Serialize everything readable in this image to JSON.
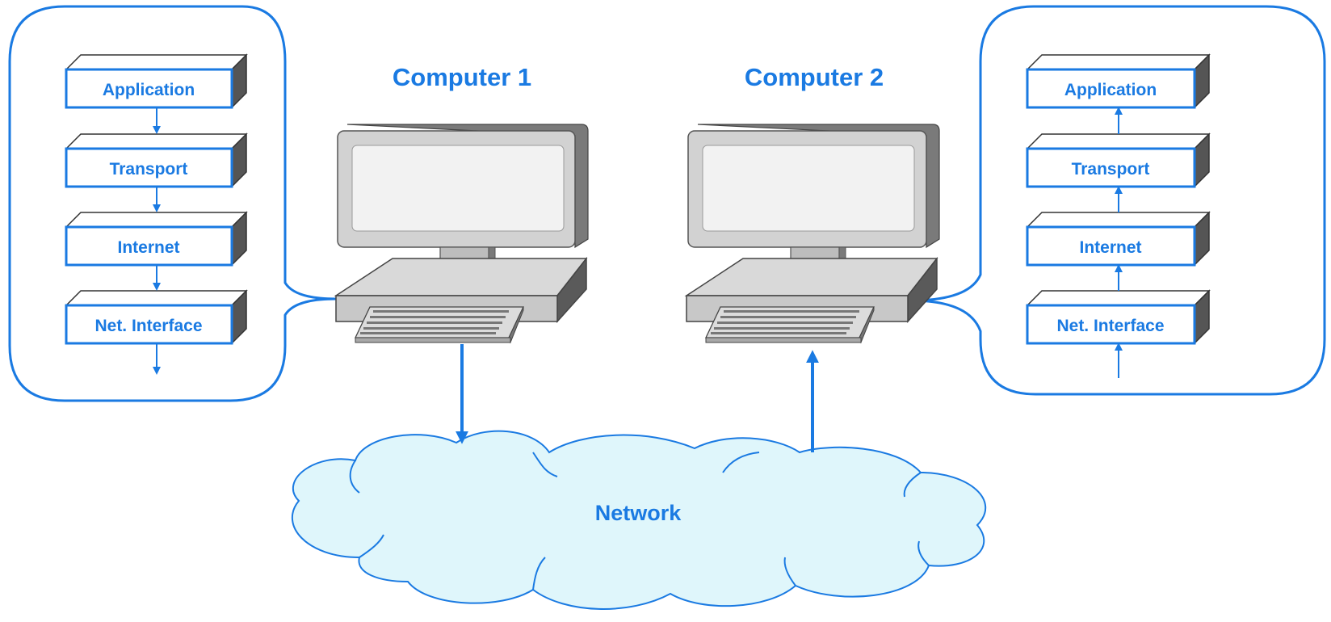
{
  "colors": {
    "accent": "#1a7ae2",
    "cloud_fill": "#dff6fb",
    "monitor_light": "#e6e6e6",
    "monitor_mid": "#cfcfcf",
    "monitor_dark": "#8a8a8a"
  },
  "computers": [
    {
      "title": "Computer 1"
    },
    {
      "title": "Computer 2"
    }
  ],
  "stacks": {
    "left": {
      "layers": [
        "Application",
        "Transport",
        "Internet",
        "Net. Interface"
      ],
      "arrow_direction": "down"
    },
    "right": {
      "layers": [
        "Application",
        "Transport",
        "Internet",
        "Net. Interface"
      ],
      "arrow_direction": "up"
    }
  },
  "network": {
    "label": "Network"
  }
}
